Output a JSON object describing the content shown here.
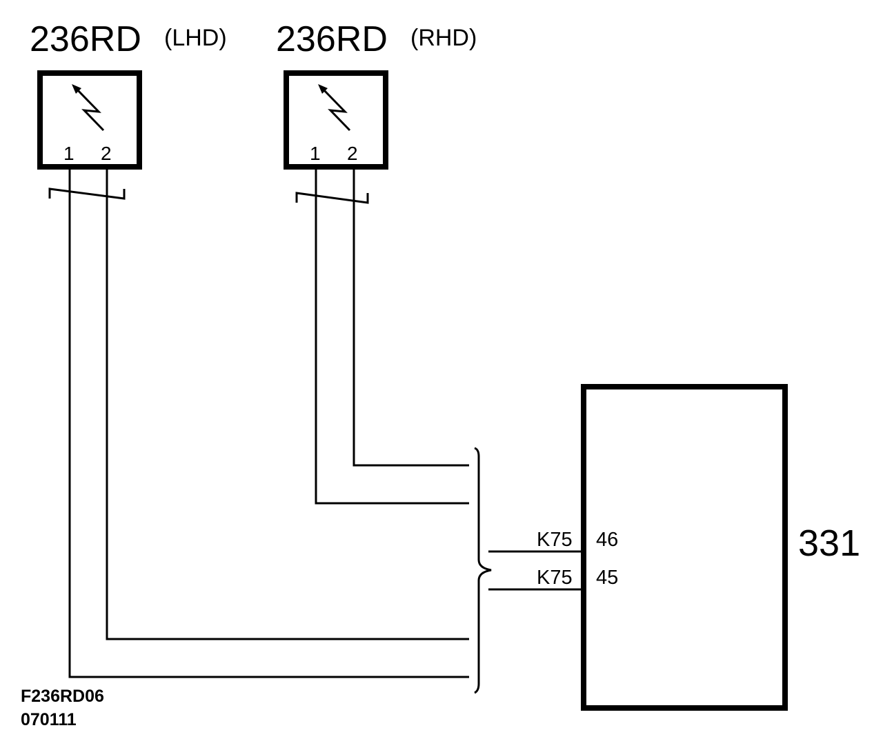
{
  "components": [
    {
      "name": "236RD",
      "qualifier": "(LHD)",
      "symbol": "sensor-lightning-arrow-icon",
      "pins": [
        "1",
        "2"
      ]
    },
    {
      "name": "236RD",
      "qualifier": "(RHD)",
      "symbol": "sensor-lightning-arrow-icon",
      "pins": [
        "1",
        "2"
      ]
    }
  ],
  "control_unit": {
    "name": "331",
    "pins": [
      {
        "connector": "K75",
        "pin": "46"
      },
      {
        "connector": "K75",
        "pin": "45"
      }
    ]
  },
  "footer": {
    "figure_id": "F236RD06",
    "date_code": "070111"
  }
}
